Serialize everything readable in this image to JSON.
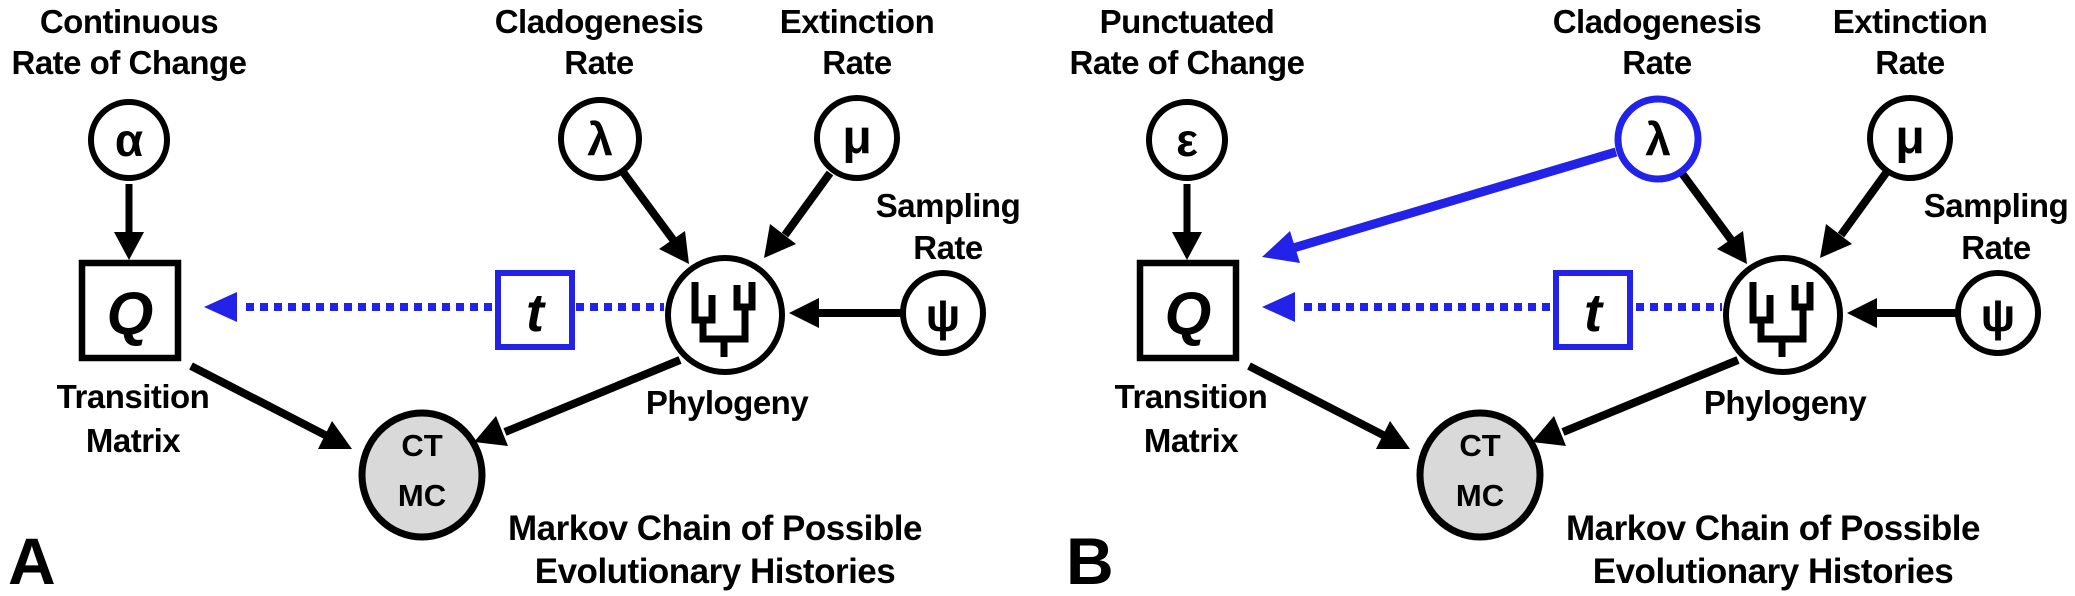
{
  "figure": {
    "colors": {
      "highlight_blue": "#2222E8",
      "ctmc_fill": "#D9D9D9",
      "ink": "#000000",
      "background": "#FFFFFF"
    },
    "panels": [
      {
        "letter": "A",
        "rate_node": {
          "label_line1": "Continuous",
          "label_line2": "Rate of Change",
          "symbol": "α"
        },
        "cladogenesis_node": {
          "label_line1": "Cladogenesis",
          "label_line2": "Rate",
          "symbol": "λ"
        },
        "extinction_node": {
          "label_line1": "Extinction",
          "label_line2": "Rate",
          "symbol": "μ"
        },
        "sampling_node": {
          "label_line1": "Sampling",
          "label_line2": "Rate",
          "symbol": "ψ"
        },
        "transition_node": {
          "symbol": "Q",
          "label_line1": "Transition",
          "label_line2": "Matrix"
        },
        "branch_time_node": {
          "symbol": "t"
        },
        "phylogeny_node": {
          "label": "Phylogeny"
        },
        "ctmc_node": {
          "line1": "CT",
          "line2": "MC",
          "caption_line1": "Markov Chain of Possible",
          "caption_line2": "Evolutionary Histories"
        }
      },
      {
        "letter": "B",
        "rate_node": {
          "label_line1": "Punctuated",
          "label_line2": "Rate of Change",
          "symbol": "ε"
        },
        "cladogenesis_node": {
          "label_line1": "Cladogenesis",
          "label_line2": "Rate",
          "symbol": "λ"
        },
        "extinction_node": {
          "label_line1": "Extinction",
          "label_line2": "Rate",
          "symbol": "μ"
        },
        "sampling_node": {
          "label_line1": "Sampling",
          "label_line2": "Rate",
          "symbol": "ψ"
        },
        "transition_node": {
          "symbol": "Q",
          "label_line1": "Transition",
          "label_line2": "Matrix"
        },
        "branch_time_node": {
          "symbol": "t"
        },
        "phylogeny_node": {
          "label": "Phylogeny"
        },
        "ctmc_node": {
          "line1": "CT",
          "line2": "MC",
          "caption_line1": "Markov Chain of Possible",
          "caption_line2": "Evolutionary Histories"
        }
      }
    ]
  }
}
